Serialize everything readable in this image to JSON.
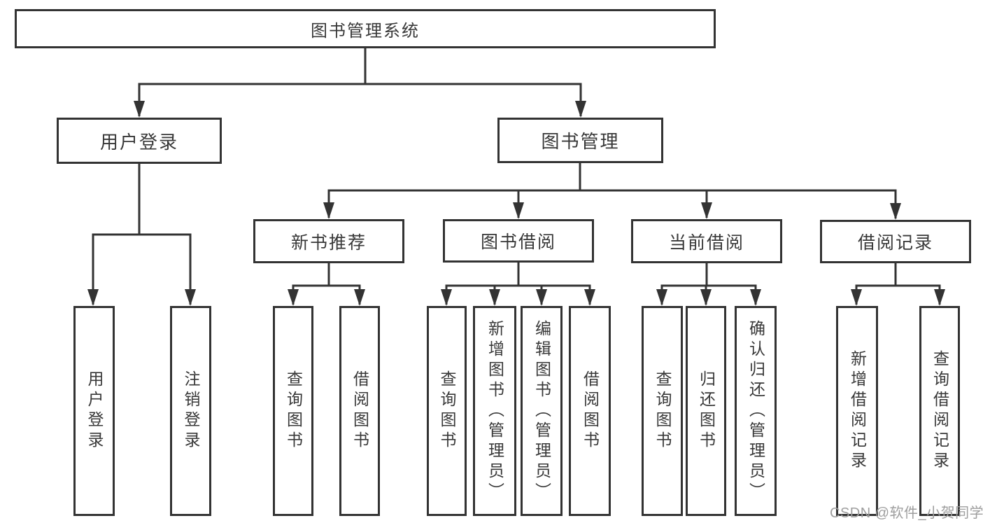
{
  "diagram": {
    "title": "图书管理系统",
    "nodes": {
      "root": "图书管理系统",
      "user_login": "用户登录",
      "book_mgmt": "图书管理",
      "new_book": "新书推荐",
      "book_borrow": "图书借阅",
      "current_borrow": "当前借阅",
      "borrow_record": "借阅记录",
      "leaf_user_login": "用户登录",
      "leaf_logout": "注销登录",
      "leaf_nb_query": "查询图书",
      "leaf_nb_borrow": "借阅图书",
      "leaf_bb_query": "查询图书",
      "leaf_bb_add": "新增图书（管理员）",
      "leaf_bb_edit": "编辑图书（管理员）",
      "leaf_bb_borrow": "借阅图书",
      "leaf_cb_query": "查询图书",
      "leaf_cb_return": "归还图书",
      "leaf_cb_confirm": "确认归还（管理员）",
      "leaf_br_add": "新增借阅记录",
      "leaf_br_query": "查询借阅记录"
    },
    "watermark": "CSDN @软件_小贺同学",
    "colors": {
      "line": "#333333",
      "box_border": "#333333",
      "text": "#383838",
      "watermark": "#9e9e9e",
      "background": "#ffffff"
    }
  }
}
